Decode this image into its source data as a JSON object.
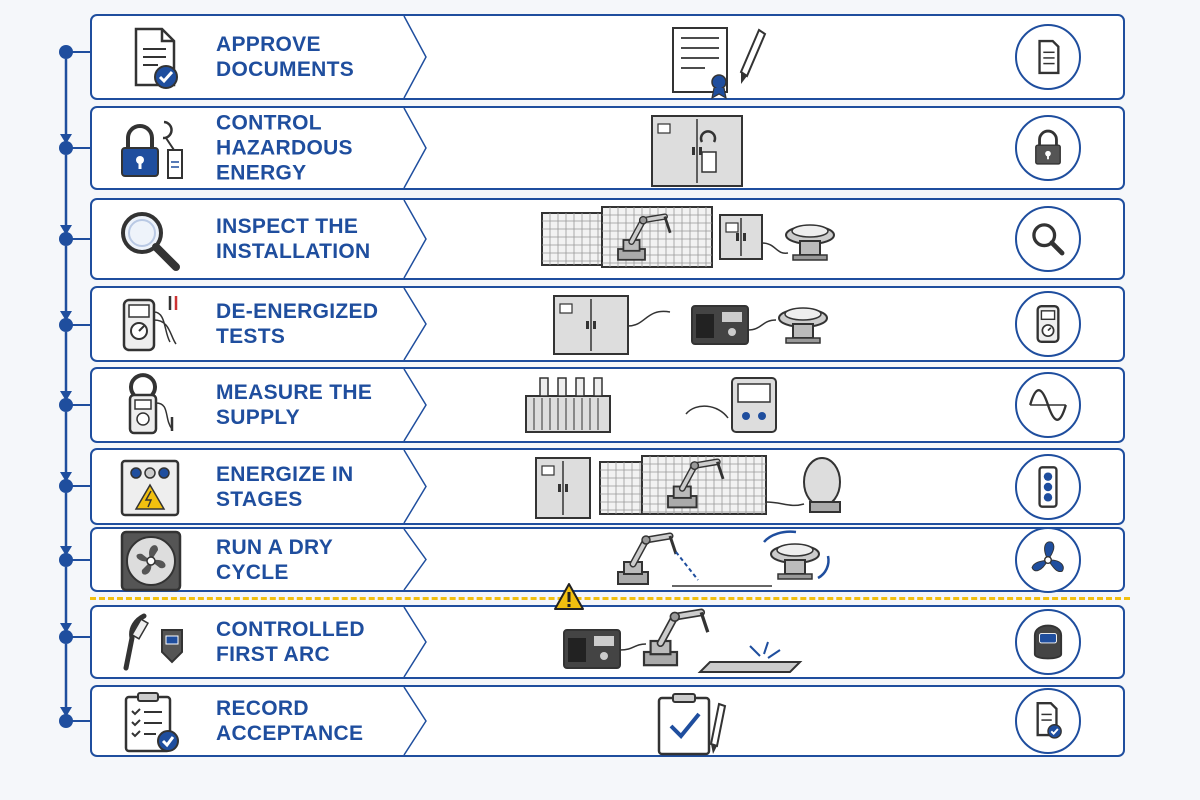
{
  "steps": [
    {
      "label": "APPROVE\nDOCUMENTS",
      "icon": "document-check-icon",
      "art": "certificate-pen",
      "badge": "document-icon"
    },
    {
      "label": "CONTROL\nHAZARDOUS ENERGY",
      "icon": "lock-tag-icon",
      "art": "locked-cabinet",
      "badge": "padlock-icon"
    },
    {
      "label": "INSPECT THE\nINSTALLATION",
      "icon": "magnifier-icon",
      "art": "robot-cell",
      "badge": "magnifier-icon"
    },
    {
      "label": "DE-ENERGIZED\nTESTS",
      "icon": "multimeter-icon",
      "art": "cabinet-welder-positioner",
      "badge": "multimeter-icon"
    },
    {
      "label": "MEASURE THE\nSUPPLY",
      "icon": "clamp-meter-icon",
      "art": "transformer-analyzer",
      "badge": "sine-wave-icon"
    },
    {
      "label": "ENERGIZE IN\nSTAGES",
      "icon": "control-panel-icon",
      "art": "panel-robot-cell",
      "badge": "stack-light-icon"
    },
    {
      "label": "RUN A DRY\nCYCLE",
      "icon": "fan-icon",
      "art": "robot-dry-cycle",
      "badge": "propeller-icon"
    },
    {
      "label": "CONTROLLED\nFIRST ARC",
      "icon": "torch-helmet-icon",
      "art": "robot-welding",
      "badge": "welding-helmet-icon"
    },
    {
      "label": "RECORD\nACCEPTANCE",
      "icon": "checklist-icon",
      "art": "clipboard-pen",
      "badge": "document-check-icon"
    }
  ],
  "colors": {
    "primary": "#1f4e9e",
    "line": "#333333",
    "hazard": "#f2c00f",
    "panel": "#ffffff"
  },
  "hazard_icon": "warning-triangle-icon"
}
